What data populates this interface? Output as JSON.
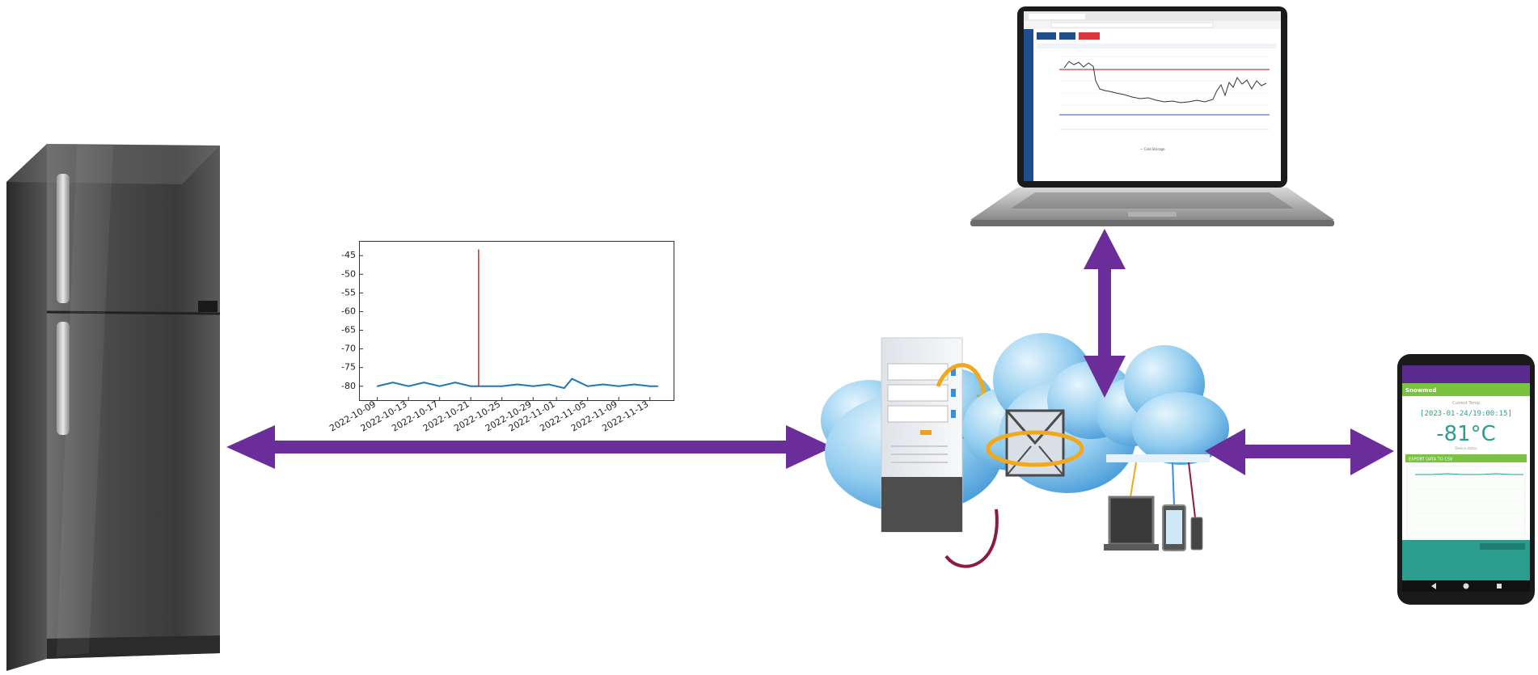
{
  "chart_data": {
    "type": "line",
    "title": "",
    "xlabel": "",
    "ylabel": "",
    "ylim": [
      -82,
      -43
    ],
    "yticks": [
      -45,
      -50,
      -55,
      -60,
      -65,
      -70,
      -75,
      -80
    ],
    "xticks": [
      "2022-10-09",
      "2022-10-13",
      "2022-10-17",
      "2022-10-21",
      "2022-10-25",
      "2022-10-29",
      "2022-11-01",
      "2022-11-05",
      "2022-11-09",
      "2022-11-13"
    ],
    "xlim": [
      "2022-10-08",
      "2022-11-15"
    ],
    "series": [
      {
        "color": "#1f77b4",
        "x": [
          "2022-10-09",
          "2022-10-11",
          "2022-10-13",
          "2022-10-15",
          "2022-10-17",
          "2022-10-19",
          "2022-10-21",
          "2022-10-22",
          "2022-10-23",
          "2022-10-25",
          "2022-10-27",
          "2022-10-29",
          "2022-10-31",
          "2022-11-02",
          "2022-11-03",
          "2022-11-05",
          "2022-11-07",
          "2022-11-09",
          "2022-11-11",
          "2022-11-13",
          "2022-11-14"
        ],
        "values": [
          -80,
          -79,
          -80,
          -79,
          -80,
          -79,
          -80,
          -80,
          -80,
          -80,
          -79.5,
          -80,
          -79.5,
          -80.5,
          -78,
          -80,
          -79.5,
          -80,
          -79.5,
          -80,
          -80
        ]
      },
      {
        "color": "#d62728",
        "x": [
          "2022-10-22",
          "2022-10-22",
          "2022-10-22"
        ],
        "values": [
          -80,
          -43.5,
          -80
        ]
      }
    ]
  },
  "laptop": {
    "legend": "— Cold Storage"
  },
  "phone": {
    "app_title": "Snowmed",
    "reading_label": "Current Temp",
    "timestamp": "[2023-01-24/19:00:15]",
    "temperature": "-81°C",
    "status_small": "Device status",
    "banner": "EXPORT DATA TO CSV"
  },
  "colors": {
    "arrow": "#6a2d9a",
    "cloud_light": "#bfe3f7",
    "cloud_dark": "#2b8fd6",
    "phone_header": "#7cc242",
    "phone_temp": "#2a9d8f"
  }
}
